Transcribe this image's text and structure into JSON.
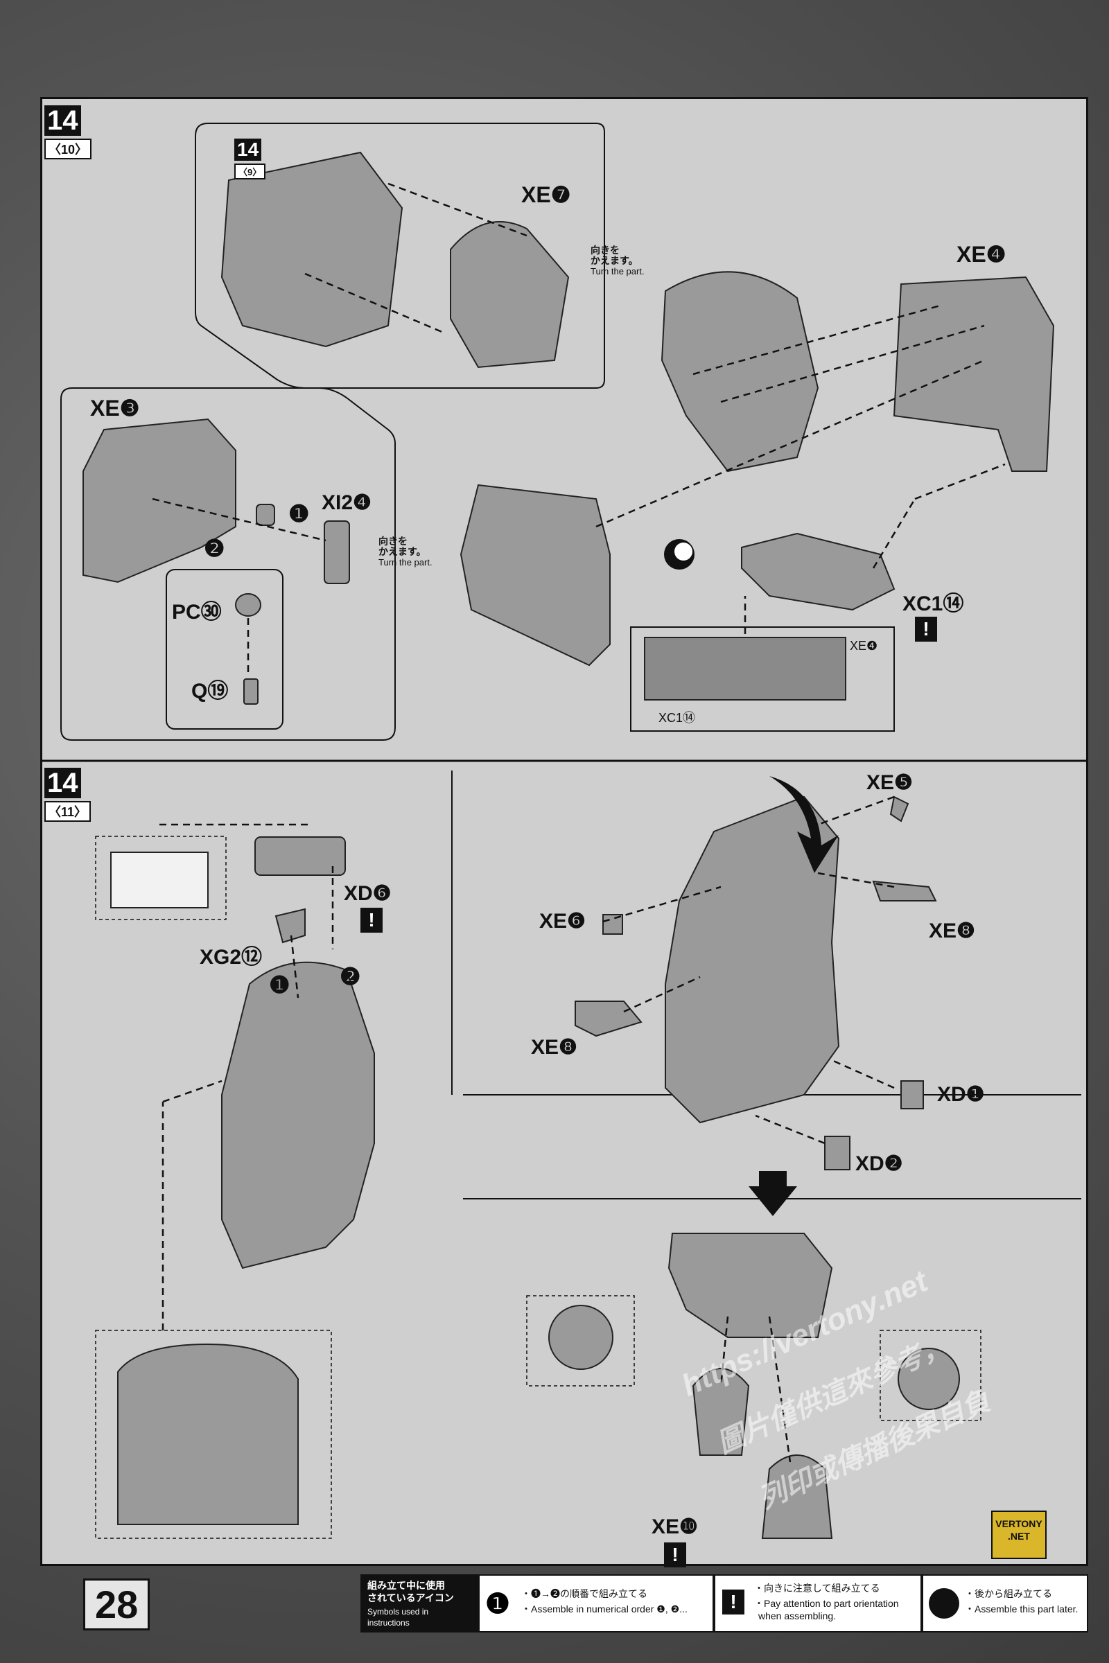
{
  "page_number": "28",
  "steps": [
    {
      "number": "14",
      "sub": "〈10〉"
    },
    {
      "number": "14",
      "sub": "〈11〉"
    }
  ],
  "inset_step": {
    "number": "14",
    "sub": "〈9〉"
  },
  "parts": {
    "xe7": "XE❼",
    "xe4_top": "XE❹",
    "xe3": "XE❸",
    "xi2_4": "XI2❹",
    "pc30": "PC㉚",
    "q19": "Q⑲",
    "xc1_14": "XC1⑭",
    "xe4_small": "XE❹",
    "xc1_14_small": "XC1⑭",
    "xe5": "XE❺",
    "xd6": "XD❻",
    "xg2_12": "XG2⑫",
    "xe6": "XE❻",
    "xe8_right": "XE❽",
    "xe8_left": "XE❽",
    "xd1": "XD❶",
    "xd2": "XD❷",
    "xe10": "XE❿"
  },
  "notes": {
    "turn_part_jp_1": "向きを",
    "turn_part_jp_2": "かえます。",
    "turn_part_en": "Turn the part."
  },
  "order_marks": {
    "one": "❶",
    "two": "❷"
  },
  "legend": {
    "title_jp_1": "組み立て中に使用",
    "title_jp_2": "されているアイコン",
    "title_en": "Symbols used in instructions",
    "order_jp": "・❶→❷の順番で組み立てる",
    "order_en": "・Assemble in numerical order ❶, ❷...",
    "attention_jp": "・向きに注意して組み立てる",
    "attention_en_1": "・Pay attention to part orientation",
    "attention_en_2": "when assembling.",
    "later_jp": "・後から組み立てる",
    "later_en": "・Assemble this part later."
  },
  "watermark": {
    "url": "https://vertony.net",
    "cn_1": "圖片僅供這來參考，",
    "cn_2": "列印或傳播後果自負"
  },
  "badge": {
    "line1": "VERTONY",
    "line2": ".NET"
  }
}
